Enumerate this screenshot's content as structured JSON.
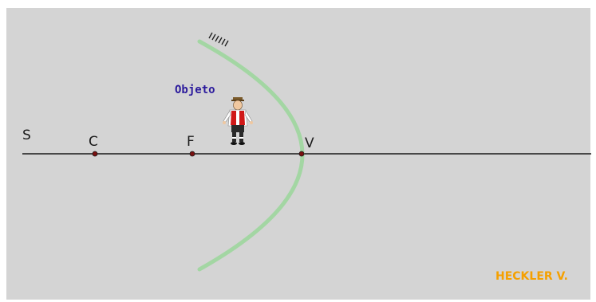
{
  "labels": {
    "s": "S",
    "c": "C",
    "f": "F",
    "v": "V",
    "object": "Objeto"
  },
  "credit": "HECKLER V.",
  "colors": {
    "canvas": "#d4d4d4",
    "mirror": "#a3d6a3",
    "axis": "#1a1a1a",
    "point": "#7a1010",
    "object_label": "#2b1a9c",
    "credit": "#f5a000"
  },
  "figure": {
    "type": "concave-mirror",
    "object_icon": "person-icon",
    "mirror_hatch_icon": "hatch-icon"
  }
}
